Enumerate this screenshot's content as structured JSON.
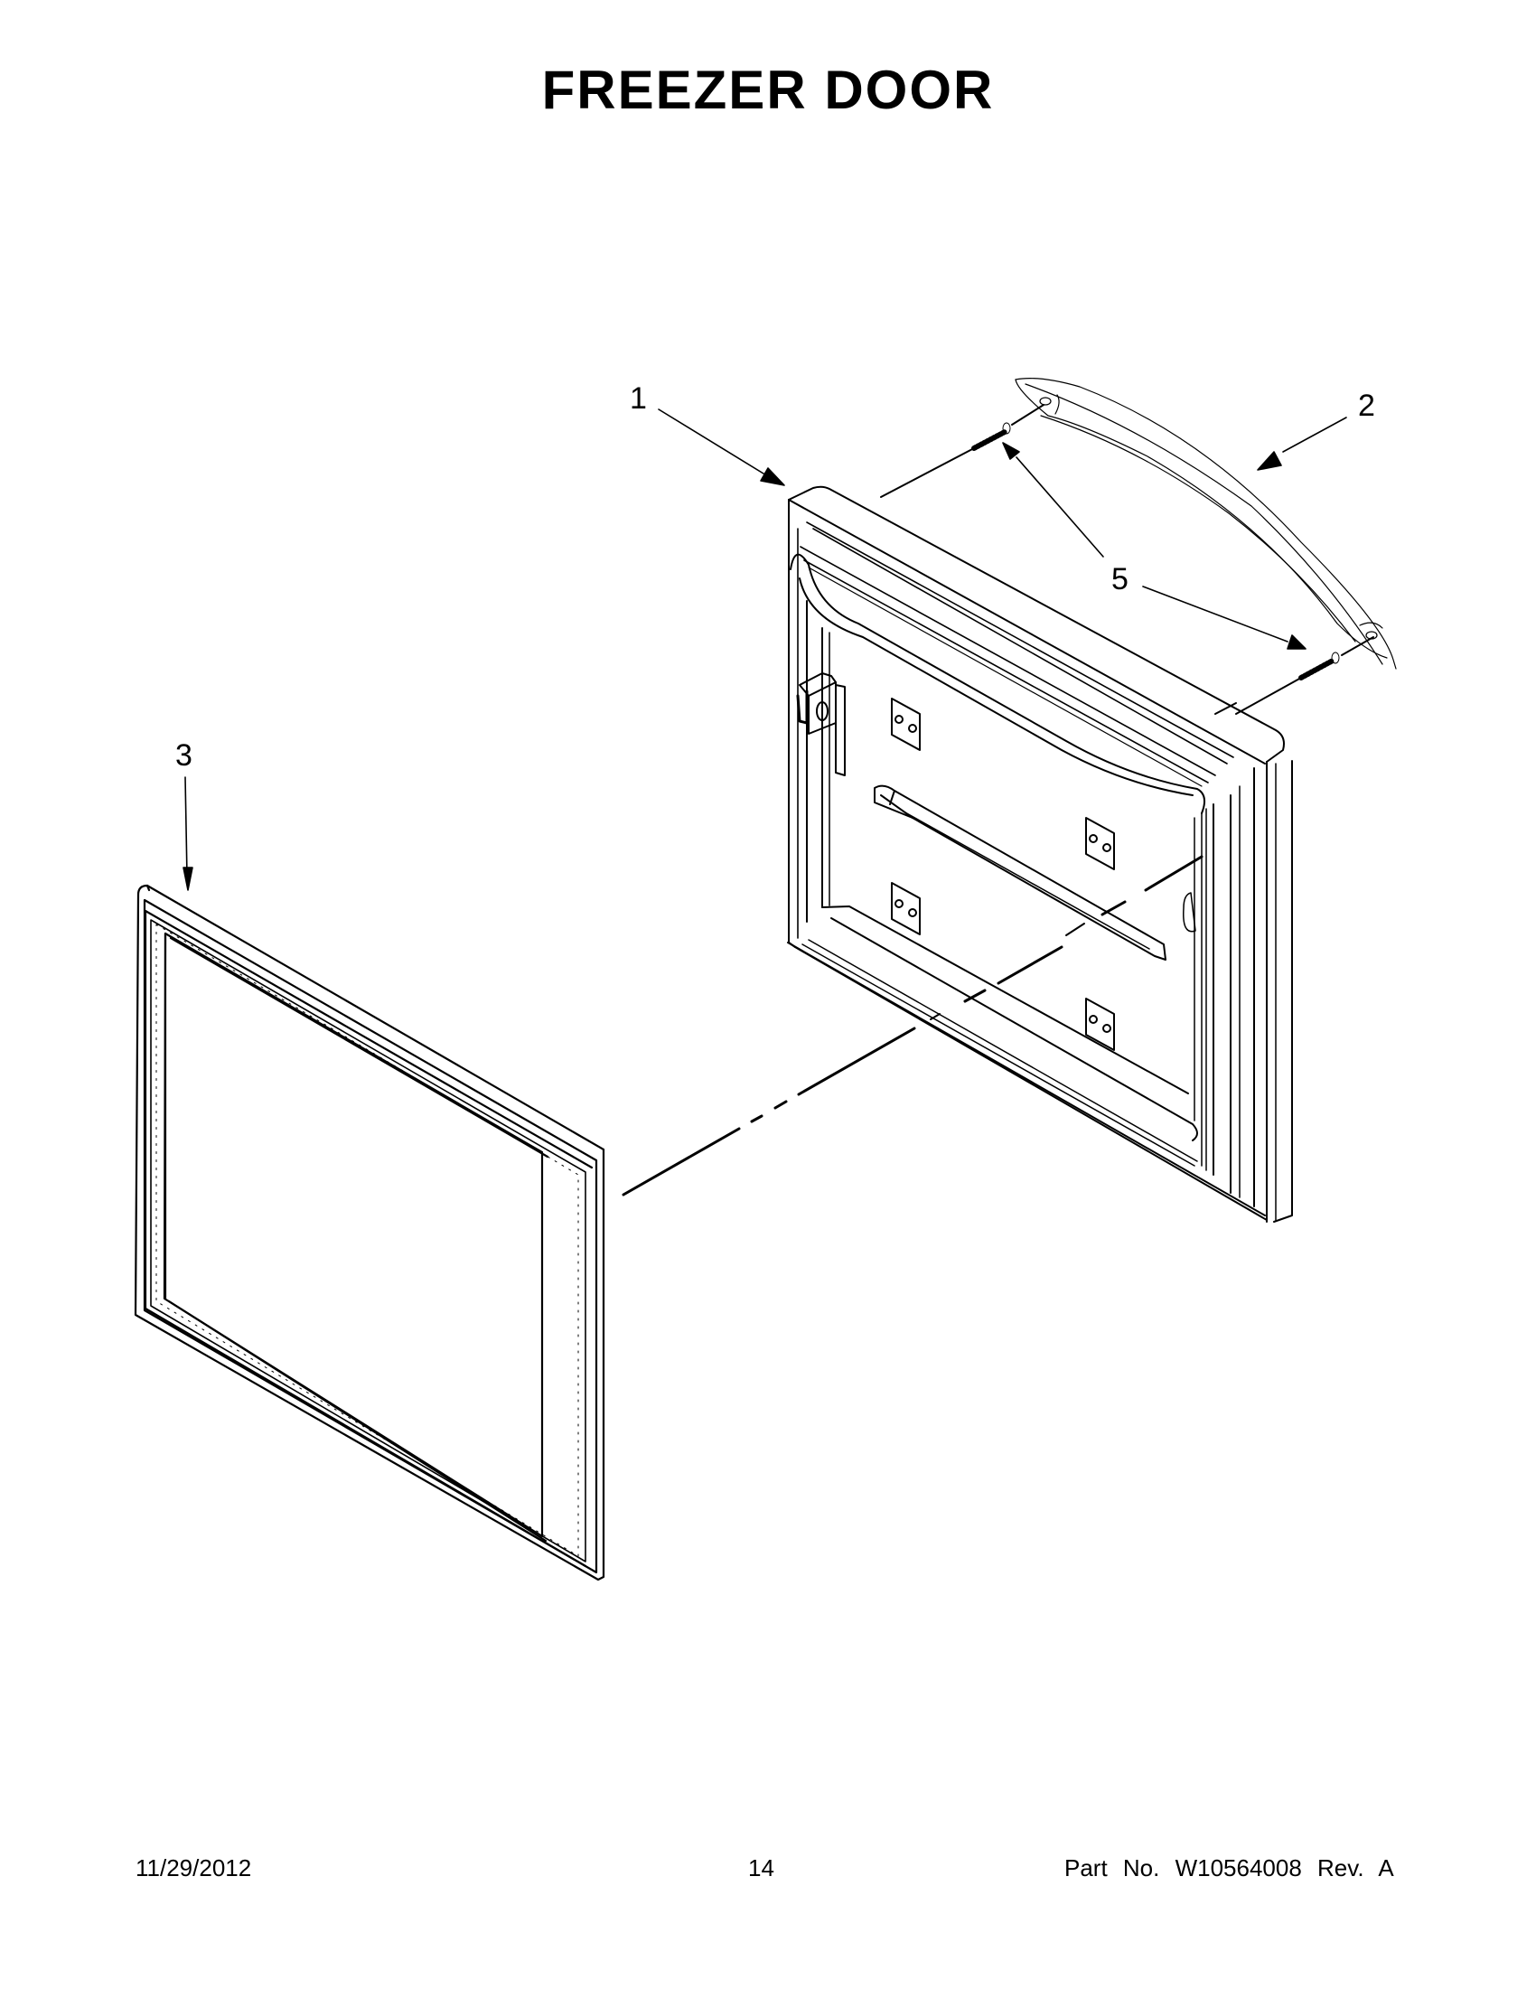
{
  "page": {
    "title": "FREEZER DOOR"
  },
  "callouts": [
    {
      "id": "1",
      "label": "1",
      "part": "freezer-door"
    },
    {
      "id": "2",
      "label": "2",
      "part": "door-handle"
    },
    {
      "id": "3",
      "label": "3",
      "part": "door-gasket"
    },
    {
      "id": "5",
      "label": "5",
      "part": "handle-screw"
    }
  ],
  "footer": {
    "date": "11/29/2012",
    "page_number": "14",
    "part_number": "Part No.  W10564008  Rev.  A"
  },
  "colors": {
    "line": "#000000",
    "background": "#ffffff"
  }
}
